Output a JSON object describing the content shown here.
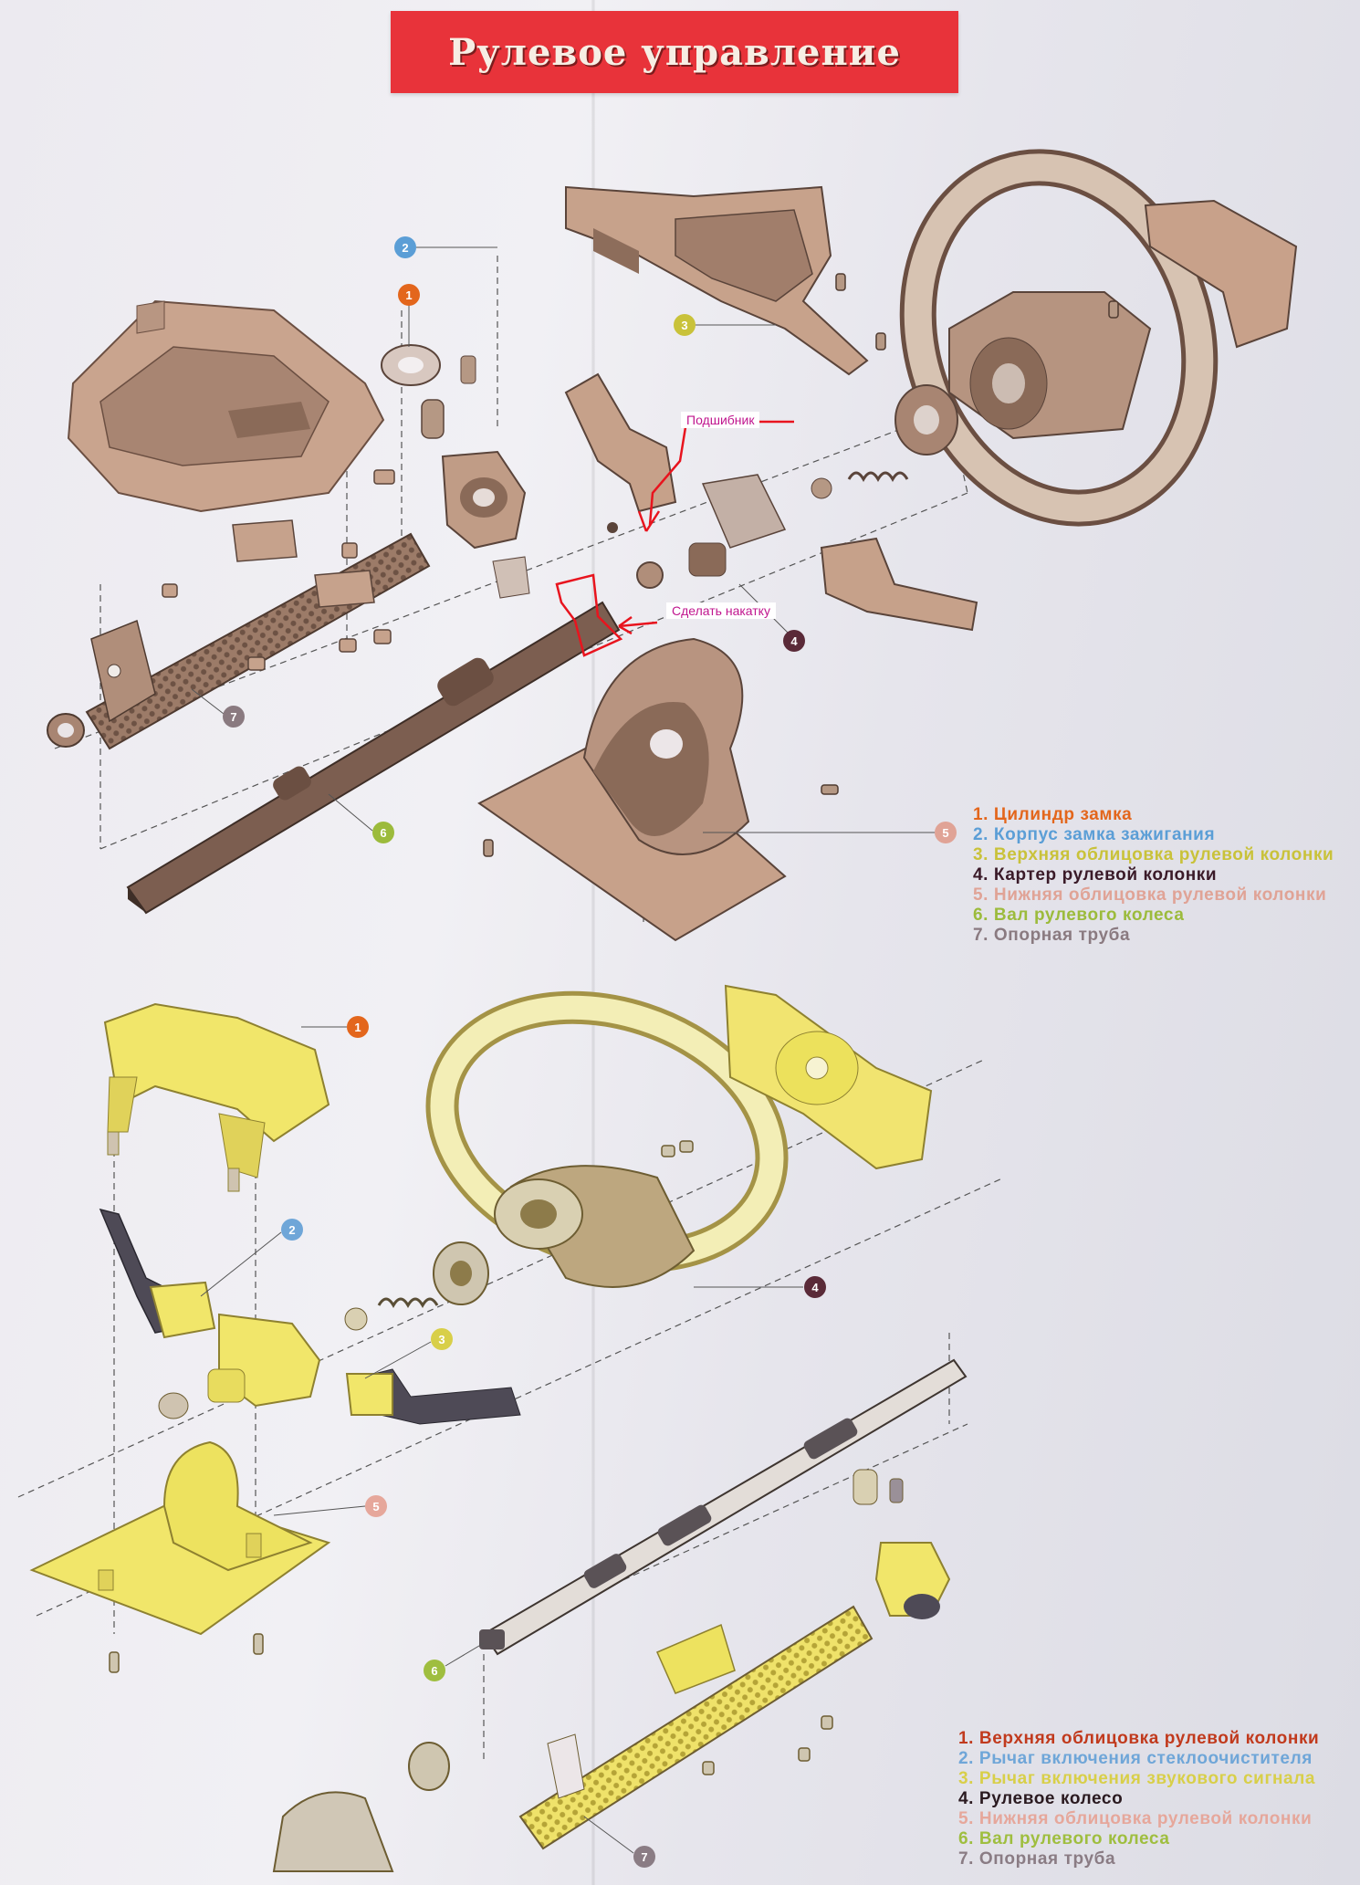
{
  "title": "Рулевое управление",
  "annotations": {
    "bearing": "Подшибник",
    "knurl": "Сделать накатку"
  },
  "callouts_top": [
    "1",
    "2",
    "3",
    "4",
    "5",
    "6",
    "7"
  ],
  "callouts_bottom": [
    "1",
    "2",
    "3",
    "4",
    "5",
    "6",
    "7"
  ],
  "legend_top": [
    {
      "text": "1. Цилиндр замка",
      "color": "#e3661c"
    },
    {
      "text": "2. Корпус замка зажигания",
      "color": "#5b9ed6"
    },
    {
      "text": "3. Верхняя облицовка рулевой колонки",
      "color": "#c9c23a"
    },
    {
      "text": "4. Картер рулевой колонки",
      "color": "#3a1a28"
    },
    {
      "text": "5. Нижняя облицовка рулевой колонки",
      "color": "#e0a396"
    },
    {
      "text": "6. Вал рулевого колеса",
      "color": "#9cbb3c"
    },
    {
      "text": "7. Опорная труба",
      "color": "#8a7a80"
    }
  ],
  "legend_bottom": [
    {
      "text": "1. Верхняя облицовка рулевой колонки",
      "color": "#c13a1d"
    },
    {
      "text": "2. Рычаг включения стеклоочистителя",
      "color": "#6fa6d8"
    },
    {
      "text": "3. Рычаг включения звукового сигнала",
      "color": "#d8cf49"
    },
    {
      "text": "4. Рулевое колесо",
      "color": "#2a1a20"
    },
    {
      "text": "5. Нижняя облицовка рулевой колонки",
      "color": "#e6a79b"
    },
    {
      "text": "6. Вал рулевого колеса",
      "color": "#9fbe3f"
    },
    {
      "text": "7. Опорная труба",
      "color": "#8a7c84"
    }
  ],
  "colors": {
    "banner": "#e8333a",
    "part_brown": "#c8a38c",
    "part_brown_dark": "#8a6a58",
    "part_yellow": "#f1e66a",
    "part_yellow_dark": "#b8a83a",
    "markup_red": "#e8141e"
  }
}
